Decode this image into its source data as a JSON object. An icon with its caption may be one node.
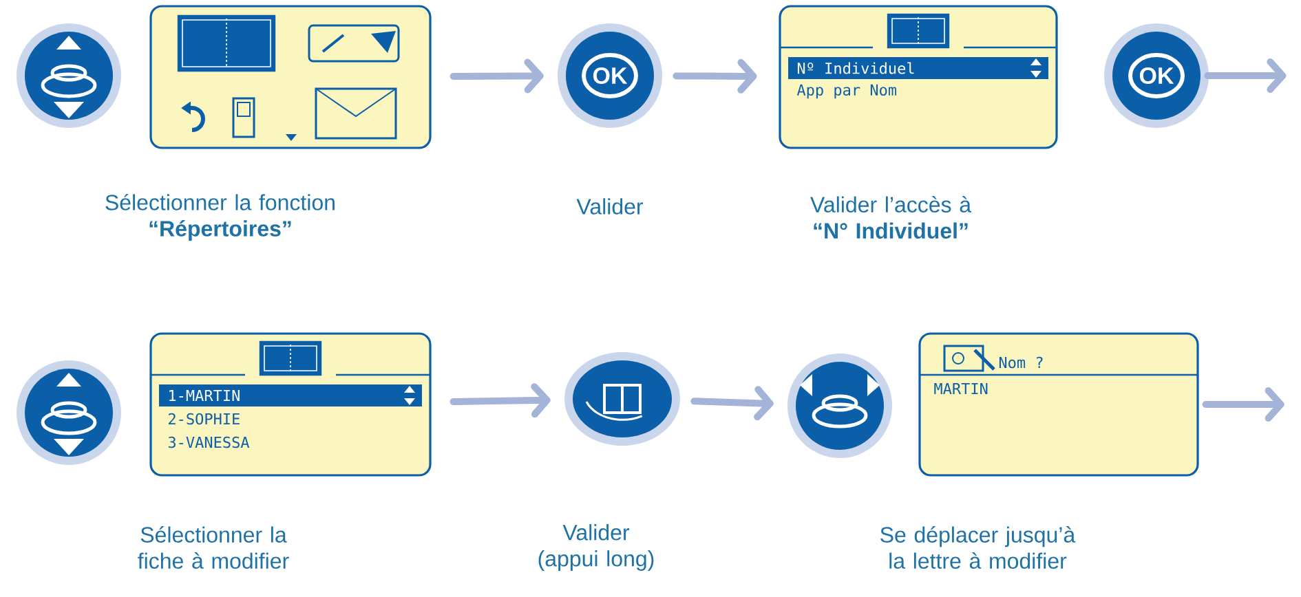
{
  "diagram": {
    "nodes": [
      {
        "text": [],
        "shape": "circle"
      },
      {
        "text": [],
        "shape": "box"
      },
      {
        "text": [
          "OK"
        ]
      },
      {
        "text": [
          "Nº Individuel",
          "App par Nom"
        ]
      },
      {
        "text": [
          "OK"
        ]
      },
      {
        "text": [],
        "shape": "circle"
      },
      {
        "text": [
          "1-MARTIN",
          "2-SOPHIE",
          "3-VANESSA"
        ]
      },
      {
        "text": [],
        "shape": "ellipse"
      },
      {
        "text": [],
        "shape": "circle"
      },
      {
        "text": [
          "Nom ?",
          "MARTIN"
        ]
      }
    ],
    "edges": [
      {
        "from": 1,
        "to": 2,
        "arrow": "to"
      },
      {
        "from": 2,
        "to": 3,
        "arrow": "to"
      },
      {
        "from": 4,
        "to": null,
        "arrow": "to"
      },
      {
        "from": 6,
        "to": 7,
        "arrow": "to"
      },
      {
        "from": 7,
        "to": 8,
        "arrow": "to"
      },
      {
        "from": 9,
        "to": null,
        "arrow": "to"
      }
    ],
    "labels": [
      "Sélectionner la fonction **“Répertoires”**",
      "Valider",
      "Valider l’accès à **“N° Individuel”**",
      "Sélectionner la fiche à modifier",
      "Valider (appui long)",
      "Se déplacer jusqu’à la lettre à modifier"
    ]
  }
}
